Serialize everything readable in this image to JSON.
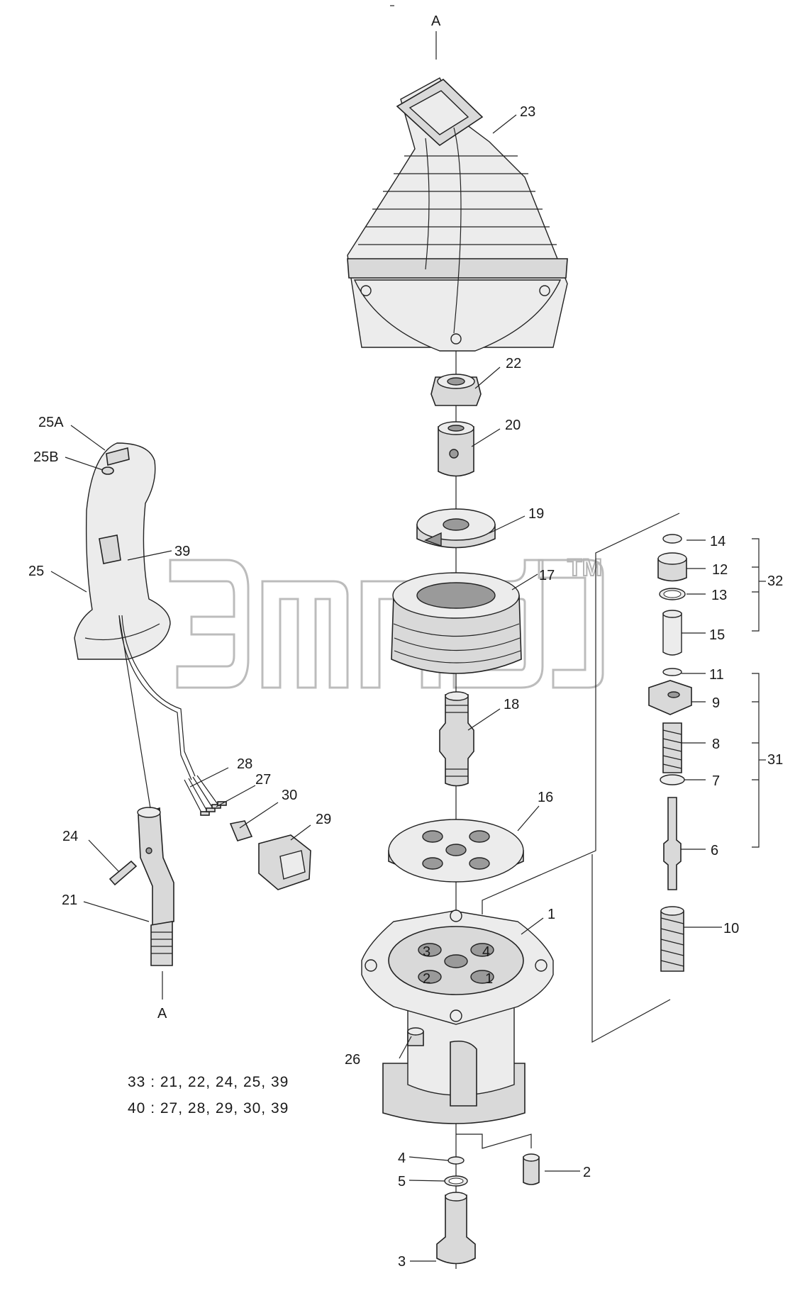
{
  "section_marker": "A",
  "callouts": {
    "c1": "1",
    "c2": "2",
    "c3": "3",
    "c4": "4",
    "c5": "5",
    "c6": "6",
    "c7": "7",
    "c8": "8",
    "c9": "9",
    "c10": "10",
    "c11": "11",
    "c12": "12",
    "c13": "13",
    "c14": "14",
    "c15": "15",
    "c16": "16",
    "c17": "17",
    "c18": "18",
    "c19": "19",
    "c20": "20",
    "c21": "21",
    "c22": "22",
    "c23": "23",
    "c24": "24",
    "c25": "25",
    "c25A": "25A",
    "c25B": "25B",
    "c26": "26",
    "c27": "27",
    "c28": "28",
    "c29": "29",
    "c30": "30",
    "c31": "31",
    "c32": "32",
    "c39": "39"
  },
  "port_numbers": {
    "p1": "1",
    "p2": "2",
    "p3": "3",
    "p4": "4"
  },
  "kit_notes": {
    "kit33": "33 : 21, 22, 24, 25, 39",
    "kit40": "40 : 27, 28, 29, 30, 39"
  },
  "watermark": {
    "trademark": "TM"
  }
}
